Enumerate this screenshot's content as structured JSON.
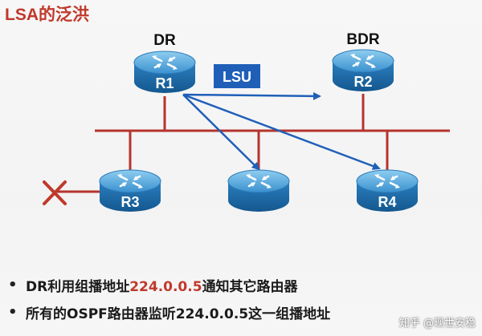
{
  "title": "LSA的泛洪",
  "labels": {
    "dr": "DR",
    "bdr": "BDR",
    "lsu": "LSU"
  },
  "routers": [
    {
      "id": "r1",
      "name": "R1"
    },
    {
      "id": "r2",
      "name": "R2"
    },
    {
      "id": "r3",
      "name": "R3"
    },
    {
      "id": "r4",
      "name": "R4"
    },
    {
      "id": "r5",
      "name": ""
    }
  ],
  "bullets": [
    {
      "pre": "DR利用组播地址",
      "highlight": "224.0.0.5",
      "post": "通知其它路由器"
    },
    {
      "pre": "所有的OSPF路由器监听224.0.0.5这一组播地址",
      "highlight": "",
      "post": ""
    }
  ],
  "watermark": "知乎 @现世安稳",
  "colors": {
    "title": "#c0392b",
    "link": "#b5342d",
    "arrow": "#1f5fb8",
    "lsu_box": "#1f5fb8",
    "router_body": "#1b6fae"
  }
}
